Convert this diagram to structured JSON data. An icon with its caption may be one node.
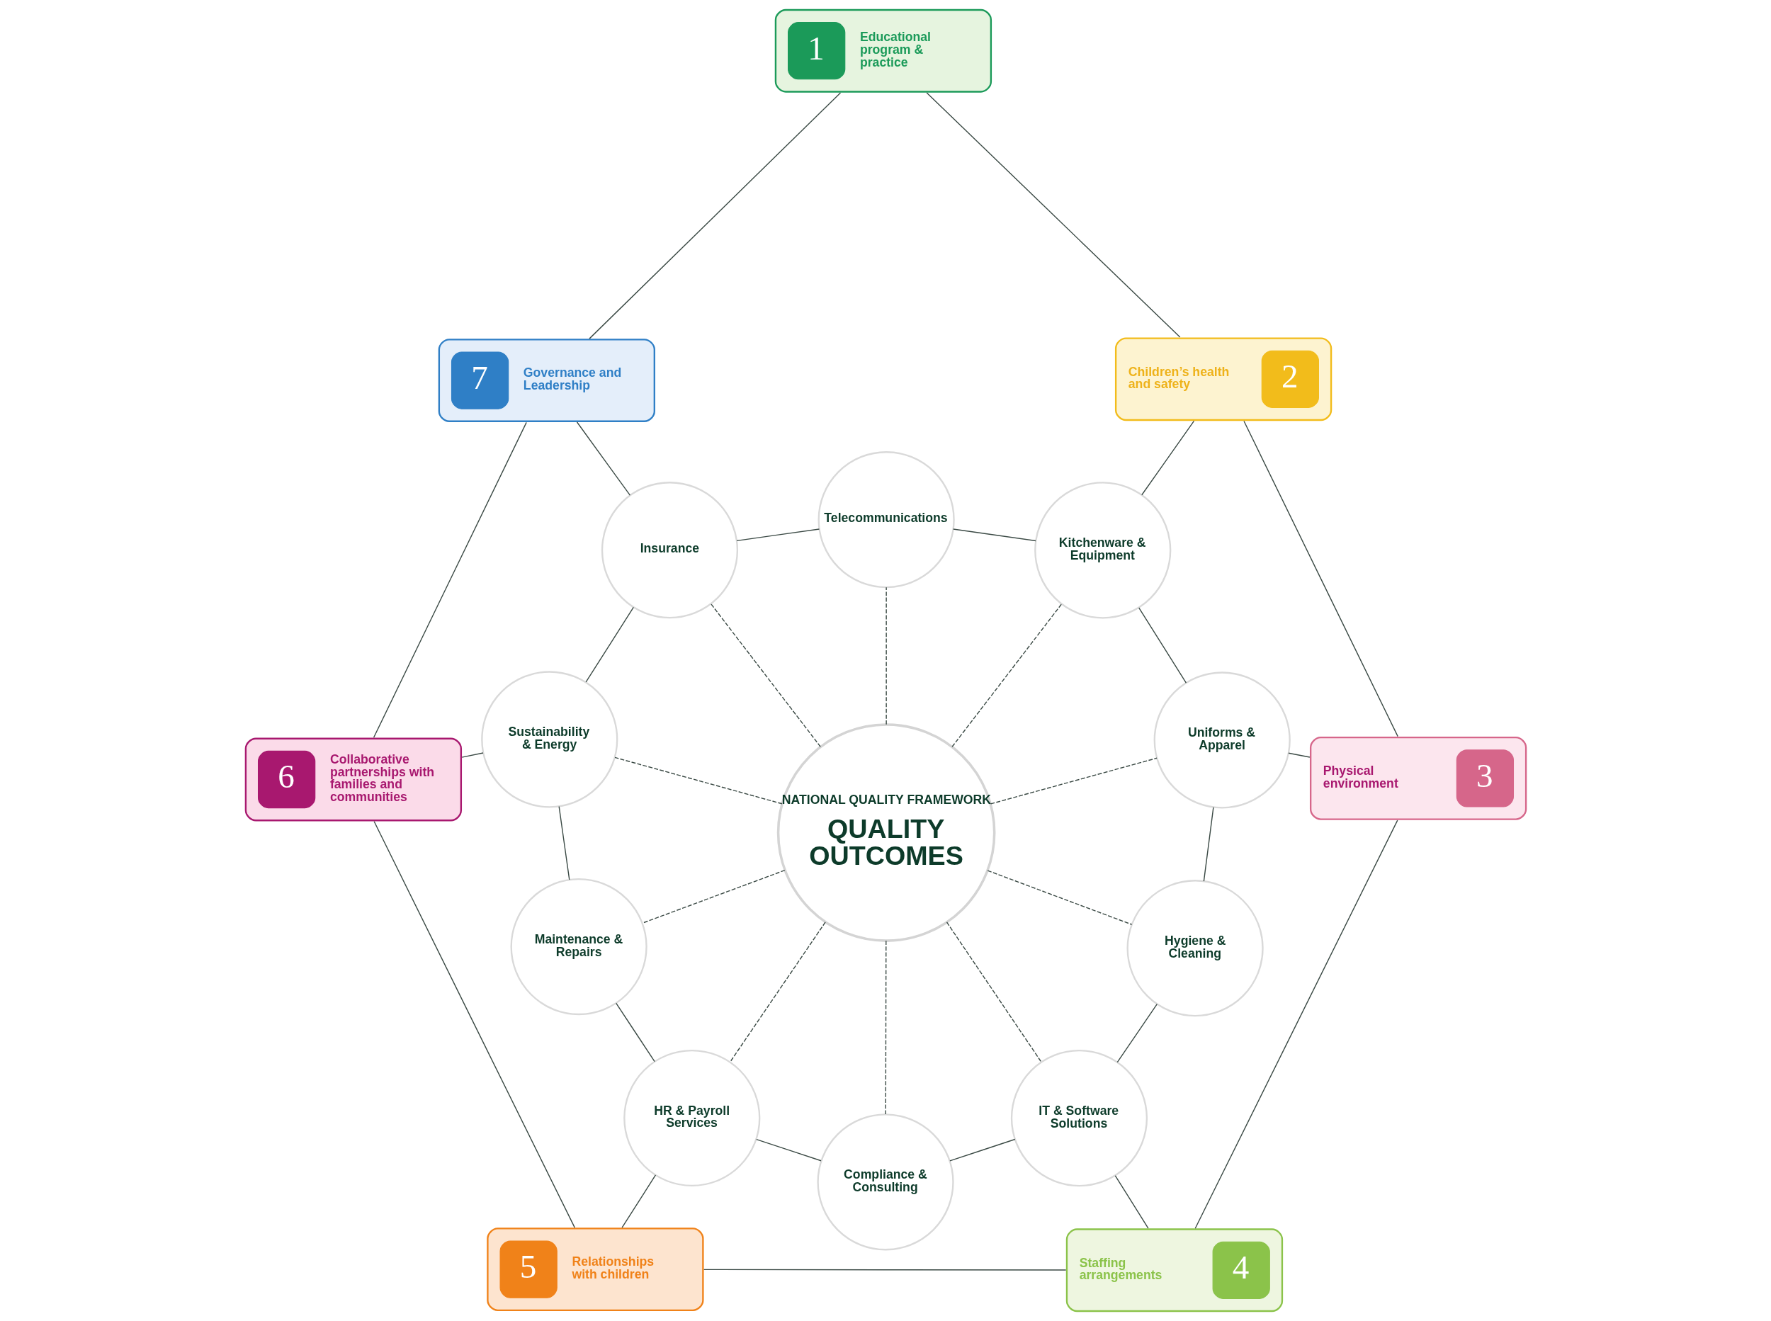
{
  "diagram": {
    "nodes": [
      {
        "text": [
          "NATIONAL QUALITY FRAMEWORK",
          "QUALITY OUTCOMES"
        ]
      },
      {
        "text": [
          "Telecommunications"
        ]
      },
      {
        "text": [
          "Kitchenware & Equipment"
        ]
      },
      {
        "text": [
          "Uniforms & Apparel"
        ]
      },
      {
        "text": [
          "Hygiene & Cleaning"
        ]
      },
      {
        "text": [
          "IT & Software Solutions"
        ]
      },
      {
        "text": [
          "Compliance & Consulting"
        ]
      },
      {
        "text": [
          "HR & Payroll Services"
        ]
      },
      {
        "text": [
          "Maintenance & Repairs"
        ]
      },
      {
        "text": [
          "Sustainability & Energy"
        ]
      },
      {
        "text": [
          "Insurance"
        ]
      },
      {
        "text": [
          "1",
          "Educational program & practice"
        ]
      },
      {
        "text": [
          "Children’s health and safety",
          "2"
        ]
      },
      {
        "text": [
          "Physical environment",
          "3"
        ]
      },
      {
        "text": [
          "Staffing arrangements",
          "4"
        ]
      },
      {
        "text": [
          "5",
          "Relationships with children"
        ]
      },
      {
        "text": [
          "6",
          "Collaborative partnerships with families and communities"
        ]
      },
      {
        "text": [
          "7",
          "Governance and Leadership"
        ]
      }
    ],
    "edges": [
      {
        "from": 0,
        "to": 1,
        "arrow": "none",
        "style": "dashed"
      },
      {
        "from": 0,
        "to": 2,
        "arrow": "none",
        "style": "dashed"
      },
      {
        "from": 0,
        "to": 3,
        "arrow": "none",
        "style": "dashed"
      },
      {
        "from": 0,
        "to": 4,
        "arrow": "none",
        "style": "dashed"
      },
      {
        "from": 0,
        "to": 5,
        "arrow": "none",
        "style": "dashed"
      },
      {
        "from": 0,
        "to": 6,
        "arrow": "none",
        "style": "dashed"
      },
      {
        "from": 0,
        "to": 7,
        "arrow": "none",
        "style": "dashed"
      },
      {
        "from": 0,
        "to": 8,
        "arrow": "none",
        "style": "dashed"
      },
      {
        "from": 0,
        "to": 9,
        "arrow": "none",
        "style": "dashed"
      },
      {
        "from": 0,
        "to": 10,
        "arrow": "none",
        "style": "dashed"
      },
      {
        "from": 1,
        "to": 2,
        "arrow": "none"
      },
      {
        "from": 2,
        "to": 3,
        "arrow": "none"
      },
      {
        "from": 3,
        "to": 4,
        "arrow": "none"
      },
      {
        "from": 4,
        "to": 5,
        "arrow": "none"
      },
      {
        "from": 5,
        "to": 6,
        "arrow": "none"
      },
      {
        "from": 6,
        "to": 7,
        "arrow": "none"
      },
      {
        "from": 7,
        "to": 8,
        "arrow": "none"
      },
      {
        "from": 8,
        "to": 9,
        "arrow": "none"
      },
      {
        "from": 9,
        "to": 10,
        "arrow": "none"
      },
      {
        "from": 10,
        "to": 1,
        "arrow": "none"
      },
      {
        "from": 2,
        "to": 12,
        "arrow": "none"
      },
      {
        "from": 3,
        "to": 13,
        "arrow": "none"
      },
      {
        "from": 5,
        "to": 14,
        "arrow": "none"
      },
      {
        "from": 7,
        "to": 15,
        "arrow": "none"
      },
      {
        "from": 9,
        "to": 16,
        "arrow": "none"
      },
      {
        "from": 10,
        "to": 17,
        "arrow": "none"
      },
      {
        "from": 11,
        "to": 12,
        "arrow": "none"
      },
      {
        "from": 12,
        "to": 13,
        "arrow": "none"
      },
      {
        "from": 13,
        "to": 14,
        "arrow": "none"
      },
      {
        "from": 14,
        "to": 15,
        "arrow": "none"
      },
      {
        "from": 15,
        "to": 16,
        "arrow": "none"
      },
      {
        "from": 16,
        "to": 17,
        "arrow": "none"
      },
      {
        "from": 17,
        "to": 11,
        "arrow": "none"
      }
    ]
  }
}
